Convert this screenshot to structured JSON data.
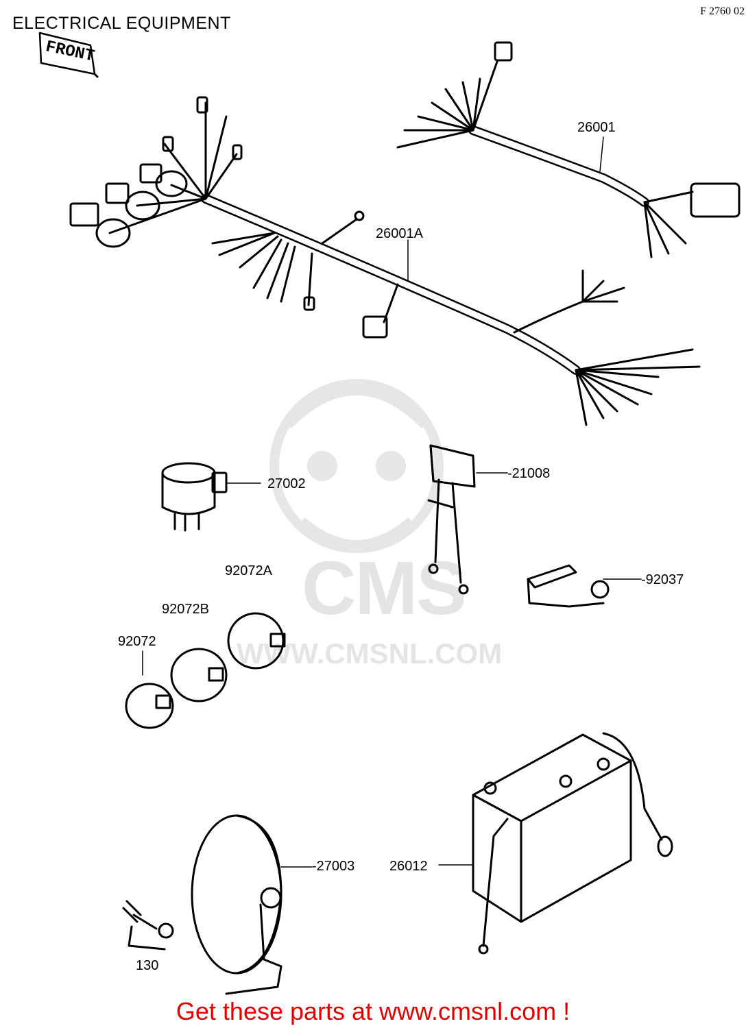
{
  "header": {
    "title": "ELECTRICAL EQUIPMENT",
    "drawing_code": "F 2760 02"
  },
  "orientation_tag": "FRONT",
  "watermark": {
    "logo_text": "CMS",
    "url_text": "WWW.CMSNL.COM"
  },
  "parts": [
    {
      "id": "p-26001",
      "number": "26001"
    },
    {
      "id": "p-26001a",
      "number": "26001A"
    },
    {
      "id": "p-27002",
      "number": "27002"
    },
    {
      "id": "p-21008",
      "number": "-21008"
    },
    {
      "id": "p-92037",
      "number": "-92037"
    },
    {
      "id": "p-92072a",
      "number": "92072A"
    },
    {
      "id": "p-92072b",
      "number": "92072B"
    },
    {
      "id": "p-92072",
      "number": "92072"
    },
    {
      "id": "p-27003",
      "number": "-27003"
    },
    {
      "id": "p-26012",
      "number": "26012"
    },
    {
      "id": "p-130",
      "number": "130"
    }
  ],
  "footer": {
    "promo": "Get these parts at www.cmsnl.com !"
  },
  "colors": {
    "line": "#000000",
    "watermark": "#e4e4e4",
    "promo": "#e00000"
  }
}
